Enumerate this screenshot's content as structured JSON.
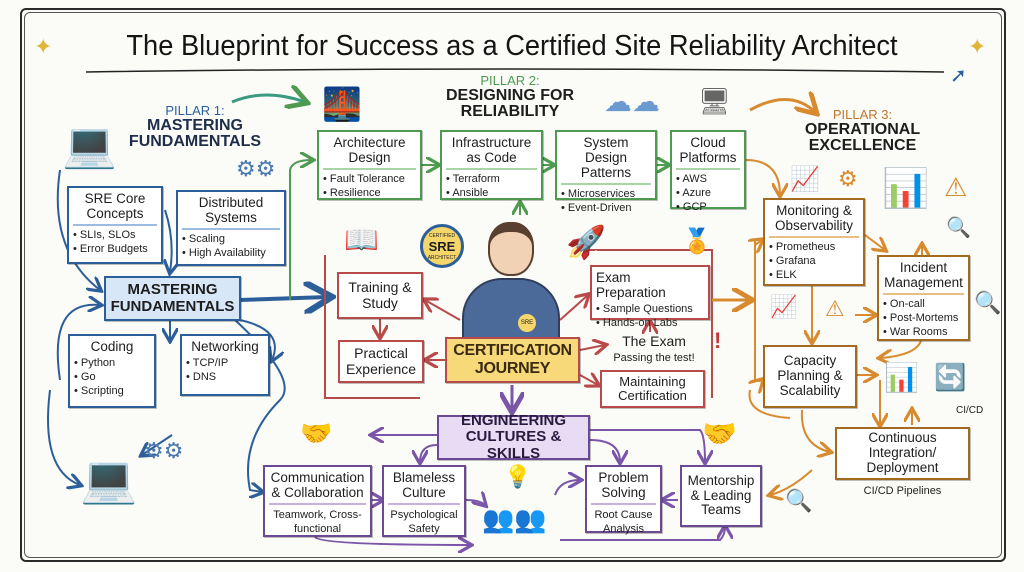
{
  "title": "The Blueprint for Success as a Certified Site Reliability Architect",
  "pillar1": {
    "tag": "PILLAR 1:",
    "name": "MASTERING FUNDAMENTALS",
    "sre_core": {
      "title": "SRE Core Concepts",
      "items": [
        "SLIs, SLOs",
        "Error Budgets"
      ]
    },
    "distributed": {
      "title": "Distributed Systems",
      "items": [
        "Scaling",
        "High Availability"
      ]
    },
    "hub": "MASTERING FUNDAMENTALS",
    "coding": {
      "title": "Coding",
      "items": [
        "Python",
        "Go",
        "Scripting"
      ]
    },
    "networking": {
      "title": "Networking",
      "items": [
        "TCP/IP",
        "DNS"
      ]
    }
  },
  "pillar2": {
    "tag": "PILLAR 2:",
    "name": "DESIGNING FOR RELIABILITY",
    "architecture": {
      "title": "Architecture Design",
      "items": [
        "Fault Tolerance",
        "Resilience"
      ]
    },
    "iac": {
      "title": "Infrastructure as Code",
      "items": [
        "Terraform",
        "Ansible"
      ]
    },
    "patterns": {
      "title": "System Design Patterns",
      "items": [
        "Microservices",
        "Event-Driven"
      ]
    },
    "cloud": {
      "title": "Cloud Platforms",
      "items": [
        "AWS",
        "Azure",
        "GCP"
      ]
    }
  },
  "journey": {
    "hub": "CERTIFICATION JOURNEY",
    "badge": {
      "top": "CERTIFIED",
      "mid": "SRE",
      "bottom": "ARCHITECT"
    },
    "hoodie": "SRE",
    "training": "Training & Study",
    "practical": "Practical Experience",
    "exam_prep": {
      "title": "Exam Preparation",
      "items": [
        "Sample Questions",
        "Hands-on Labs"
      ]
    },
    "exam": {
      "title": "The Exam",
      "sub": "Passing the test!"
    },
    "maintaining": "Maintaining Certification"
  },
  "pillar3": {
    "tag": "PILLAR 3:",
    "name": "OPERATIONAL EXCELLENCE",
    "monitoring": {
      "title": "Monitoring & Observability",
      "items": [
        "Prometheus",
        "Grafana",
        "ELK"
      ]
    },
    "incident": {
      "title": "Incident Management",
      "items": [
        "On-call",
        "Post-Mortems",
        "War Rooms"
      ]
    },
    "capacity": "Capacity Planning & Scalability",
    "cicd": "Continuous Integration/ Deployment",
    "cicd_caption": "CI/CD Pipelines",
    "cicd_icon": "CI/CD"
  },
  "culture": {
    "hub": "ENGINEERING CULTURES & SKILLS",
    "communication": {
      "title": "Communication & Collaboration",
      "sub": "Teamwork, Cross-functional"
    },
    "blameless": {
      "title": "Blameless Culture",
      "sub": "Psychological Safety"
    },
    "problem": {
      "title": "Problem Solving",
      "sub": "Root Cause Analysis"
    },
    "mentorship": "Mentorship & Leading Teams"
  },
  "colors": {
    "blue": "#2c5f9a",
    "green": "#4e9a51",
    "red": "#b84a4a",
    "orange": "#d88a2e",
    "purple": "#7a55a8",
    "yellow": "#f5d66b"
  }
}
